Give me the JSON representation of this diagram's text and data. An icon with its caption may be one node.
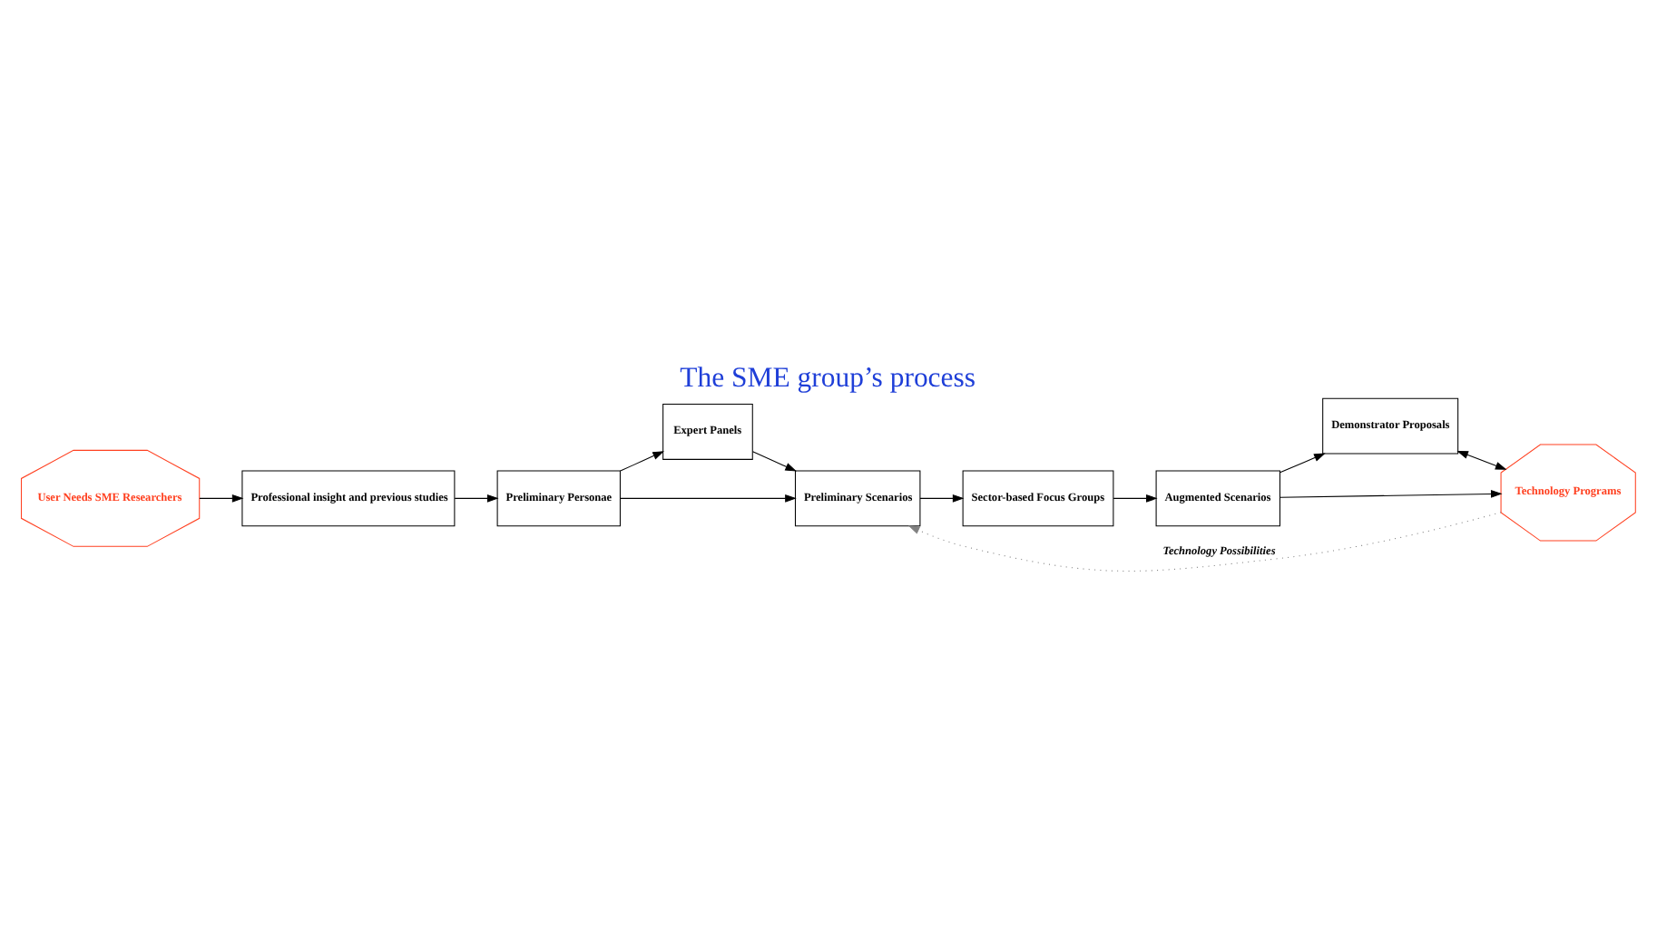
{
  "diagram": {
    "title": "The SME group’s process",
    "nodes": [
      {
        "text": [
          "User Needs SME Researchers"
        ]
      },
      {
        "text": [
          "Professional insight and previous studies"
        ]
      },
      {
        "text": [
          "Preliminary Personae"
        ]
      },
      {
        "text": [
          "Expert Panels"
        ]
      },
      {
        "text": [
          "Preliminary Scenarios"
        ]
      },
      {
        "text": [
          "Sector-based Focus Groups"
        ]
      },
      {
        "text": [
          "Augmented Scenarios"
        ]
      },
      {
        "text": [
          "Demonstrator Proposals"
        ]
      },
      {
        "text": [
          "Technology Programs"
        ]
      }
    ],
    "edges": [
      {
        "from": 0,
        "to": 1,
        "arrow": "to"
      },
      {
        "from": 1,
        "to": 2,
        "arrow": "to"
      },
      {
        "from": 2,
        "to": 3,
        "arrow": "to"
      },
      {
        "from": 2,
        "to": 4,
        "arrow": "to"
      },
      {
        "from": 3,
        "to": 4,
        "arrow": "to"
      },
      {
        "from": 4,
        "to": 5,
        "arrow": "to"
      },
      {
        "from": 5,
        "to": 6,
        "arrow": "to"
      },
      {
        "from": 6,
        "to": 7,
        "arrow": "to"
      },
      {
        "from": 6,
        "to": 8,
        "arrow": "to"
      },
      {
        "from": 7,
        "to": 8,
        "arrow": "both"
      },
      {
        "from": 8,
        "to": 4,
        "arrow": "to",
        "label": "Technology Possibilities",
        "style": "dashed",
        "color": "#808080"
      }
    ]
  }
}
